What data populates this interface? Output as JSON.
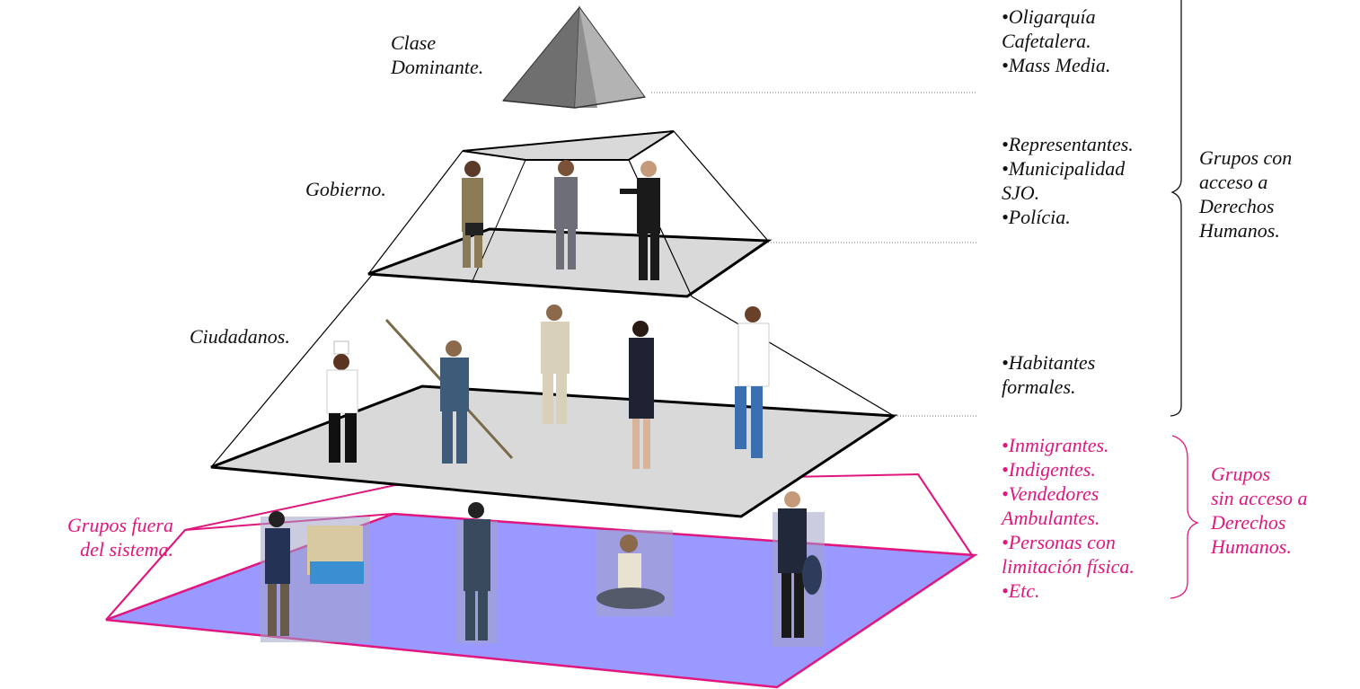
{
  "levels": {
    "dominant": {
      "label": "Clase\nDominante."
    },
    "government": {
      "label": "Gobierno."
    },
    "citizens": {
      "label": "Ciudadanos."
    },
    "outside": {
      "label": "Grupos fuera\ndel sistema."
    }
  },
  "lists": {
    "dominant_items": "•Oligarquía\n  Cafetalera.\n•Mass Media.",
    "government_items": "•Representantes.\n•Municipalidad\nSJO.\n•Polícia.",
    "citizens_items": "•Habitantes\n  formales.",
    "outside_items": "•Inmigrantes.\n•Indigentes.\n•Vendedores\nAmbulantes.\n•Personas con\nlimitación física.\n•Etc."
  },
  "groups": {
    "with_access": "Grupos con\nacceso a\nDerechos\nHumanos.",
    "without_access": "Grupos\nsin acceso a\nDerechos\nHumanos."
  },
  "colors": {
    "pink": "#e0177e",
    "blue_floor": "#9999ff",
    "gray_floor": "#d9d9d9",
    "apex_dark": "#6e6e6e",
    "apex_light": "#b0b0b0"
  }
}
